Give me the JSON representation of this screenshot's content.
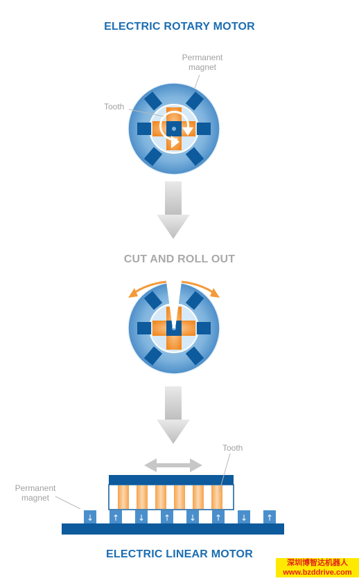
{
  "diagram": {
    "title_top": "ELECTRIC ROTARY MOTOR",
    "title_middle": "CUT AND ROLL OUT",
    "title_bottom": "ELECTRIC LINEAR MOTOR",
    "label_permanent_magnet_top": "Permanent\nmagnet",
    "label_tooth_top": "Tooth",
    "label_tooth_bottom": "Tooth",
    "label_permanent_magnet_bottom": "Permanent\nmagnet",
    "magnet_arrows": [
      "↓",
      "↑",
      "↓",
      "↑",
      "↓",
      "↑",
      "↓",
      "↑"
    ]
  },
  "watermark": {
    "line1": "深圳博智达机器人",
    "line2": "www.bzddrive.com"
  },
  "colors": {
    "blue_dark": "#0d5a9c",
    "blue_light": "#5d9dd0",
    "orange": "#f39a3a",
    "gray_arrow": "#d4d4d4",
    "label_gray": "#a0a0a0"
  }
}
